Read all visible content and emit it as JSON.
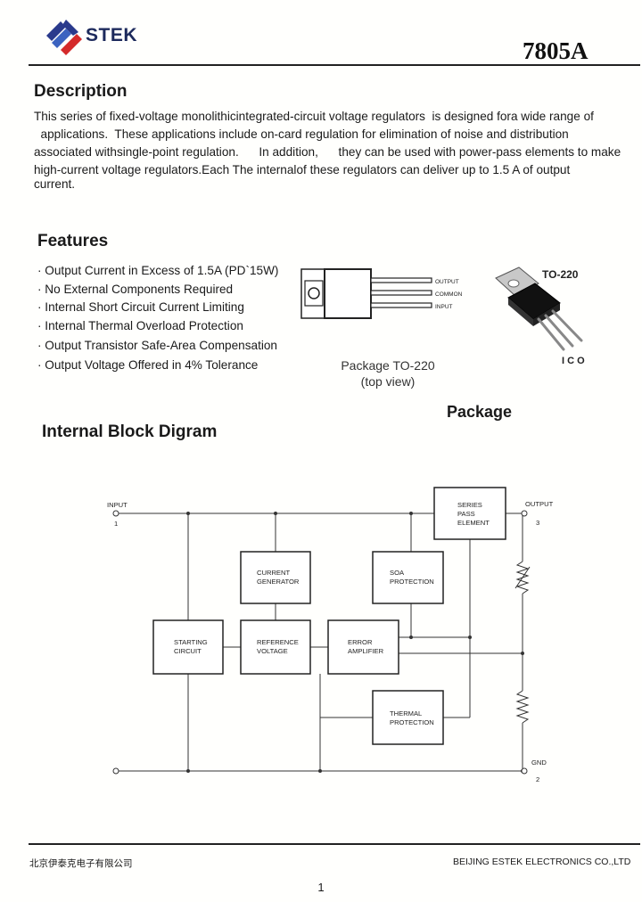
{
  "header": {
    "brand": "STEK",
    "part_number": "7805A"
  },
  "description": {
    "title": "Description",
    "lines": [
      "This series of fixed-voltage monolithicintegrated-circuit voltage regulators  is designed fora wide range of",
      "  applications.  These applications include on-card regulation for elimination of noise and distribution",
      "associated withsingle-point regulation.      In addition,      they can be used with power-pass elements to make",
      "high-current voltage regulators.Each The internalof these regulators can deliver up to 1.5 A of output",
      "current."
    ]
  },
  "features": {
    "title": "Features",
    "items": [
      "· Output Current in Excess of 1.5A (PD`15W)",
      "· No External Components Required",
      "· Internal Short Circuit Current Limiting",
      "· Internal Thermal Overload Protection",
      "· Output Transistor Safe-Area Compensation",
      "· Output Voltage Offered in 4% Tolerance"
    ]
  },
  "package": {
    "top_view_pins": [
      "OUTPUT",
      "COMMON",
      "INPUT"
    ],
    "caption_line1": "Package TO-220",
    "caption_line2": "(top view)",
    "photo_label": "TO-220",
    "pin_letters": "I C O",
    "title": "Package"
  },
  "block_diagram": {
    "title": "Internal Block Digram",
    "input_label": "INPUT",
    "input_pin": "1",
    "output_label": "OUTPUT",
    "output_pin": "3",
    "gnd_label": "GND",
    "gnd_pin": "2",
    "blocks": {
      "series_pass": [
        "SERIES",
        "PASS",
        "ELEMENT"
      ],
      "current_gen": [
        "CURRENT",
        "GENERATOR"
      ],
      "soa": [
        "SOA",
        "PROTECTION"
      ],
      "starting": [
        "STARTING",
        "CIRCUIT"
      ],
      "reference": [
        "REFERENCE",
        "VOLTAGE"
      ],
      "error_amp": [
        "ERROR",
        "AMPLIFIER"
      ],
      "thermal": [
        "THERMAL",
        "PROTECTION"
      ]
    }
  },
  "footer": {
    "left": "北京伊泰克电子有限公司",
    "right": "BEIJING ESTEK ELECTRONICS CO.,LTD",
    "page": "1"
  },
  "colors": {
    "logo_blue": "#2a3a8c",
    "logo_red": "#d42a2a"
  }
}
